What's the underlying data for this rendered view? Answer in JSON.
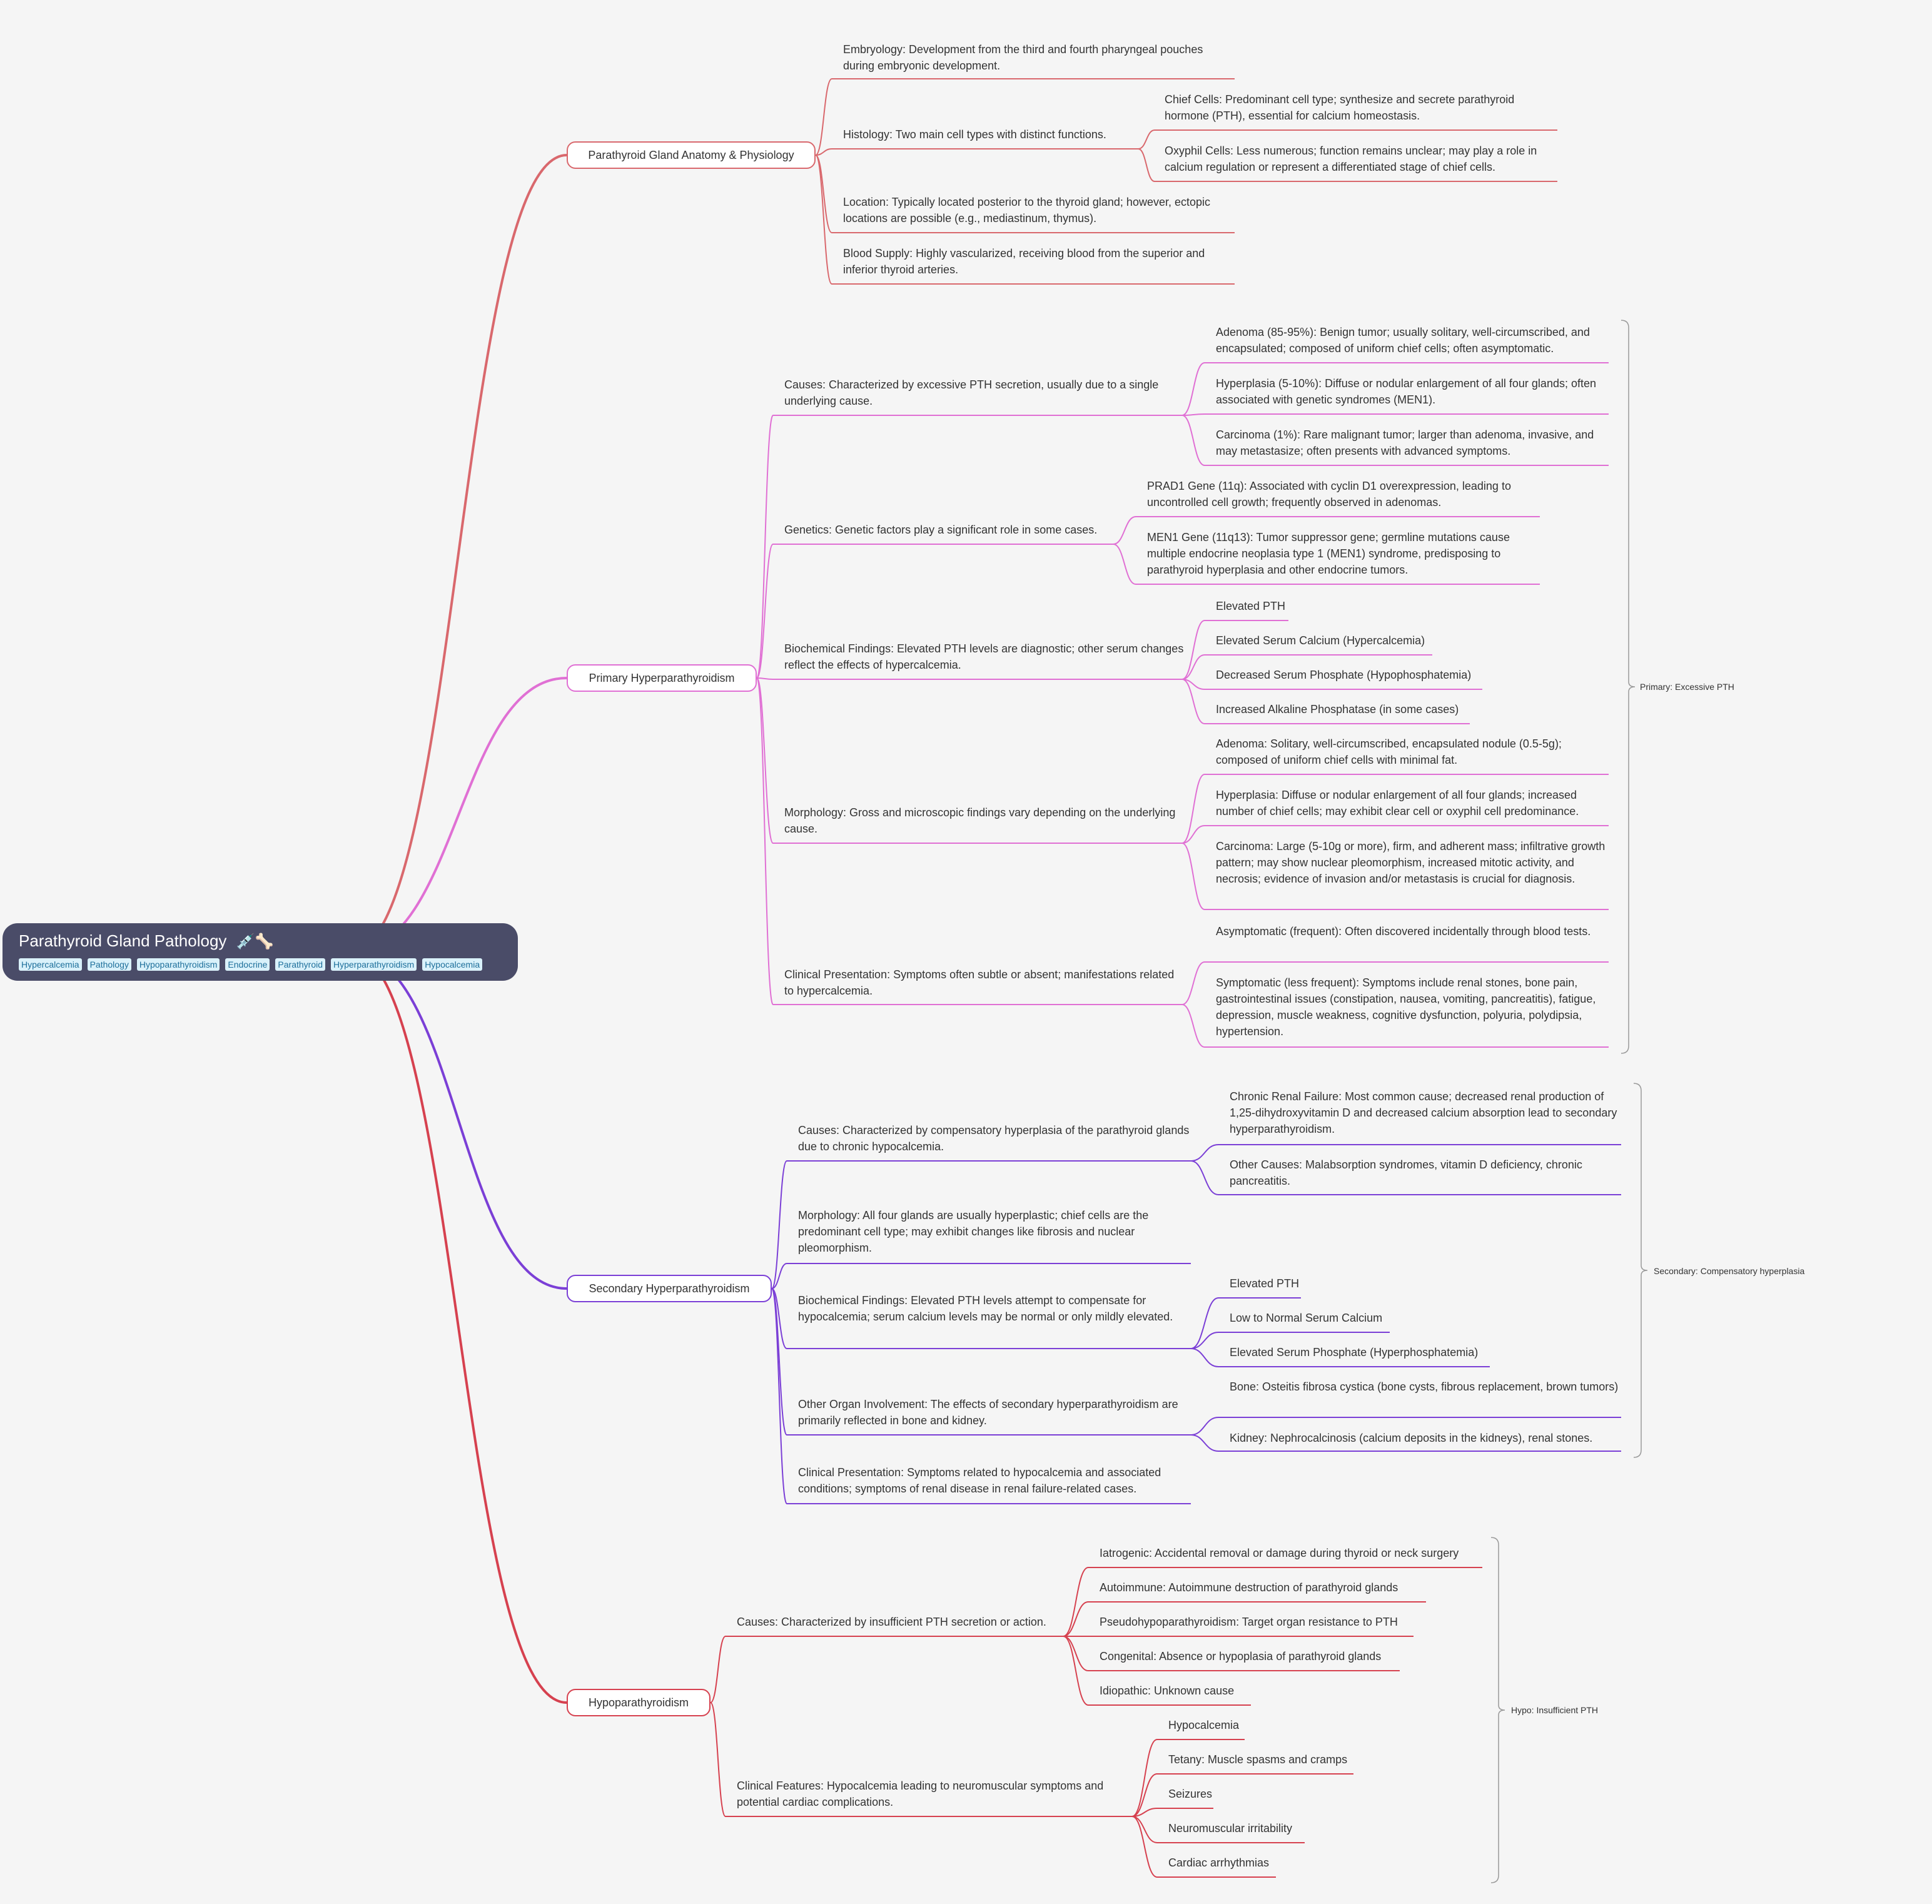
{
  "root": {
    "title": "Parathyroid Gland Pathology",
    "icons": "💉🦴",
    "tags": [
      "Hypercalcemia",
      "Pathology",
      "Hypoparathyroidism",
      "Endocrine",
      "Parathyroid",
      "Hyperparathyroidism",
      "Hypocalcemia"
    ]
  },
  "colors": {
    "anatomy": "#d9686d",
    "primary": "#e070d4",
    "secondary": "#7b3fd6",
    "hypo": "#d6414f",
    "root_bg": "#4a4c68",
    "background": "#f5f5f5"
  },
  "branches": {
    "anatomy": {
      "title": "Parathyroid Gland Anatomy & Physiology",
      "embryology": "Embryology: Development from the third and fourth pharyngeal pouches during embryonic development.",
      "histology": "Histology: Two main cell types with distinct functions.",
      "chief_cells": "Chief Cells: Predominant cell type; synthesize and secrete parathyroid hormone (PTH), essential for calcium homeostasis.",
      "oxyphil_cells": "Oxyphil Cells: Less numerous; function remains unclear; may play a role in calcium regulation or represent a differentiated stage of chief cells.",
      "location": "Location: Typically located posterior to the thyroid gland; however, ectopic locations are possible (e.g., mediastinum, thymus).",
      "blood_supply": "Blood Supply:  Highly vascularized, receiving blood from the superior and inferior thyroid arteries."
    },
    "primary": {
      "title": "Primary Hyperparathyroidism",
      "summary": "Primary: Excessive PTH",
      "causes": "Causes:  Characterized by excessive PTH secretion, usually due to a single underlying cause.",
      "causes_adenoma": "Adenoma (85-95%): Benign tumor; usually solitary, well-circumscribed, and encapsulated; composed of uniform chief cells; often asymptomatic.",
      "causes_hyperplasia": "Hyperplasia (5-10%):  Diffuse or nodular enlargement of all four glands; often associated with genetic syndromes (MEN1).",
      "causes_carcinoma": "Carcinoma (1%): Rare malignant tumor; larger than adenoma, invasive, and may metastasize; often presents with advanced symptoms.",
      "genetics": "Genetics: Genetic factors play a significant role in some cases.",
      "genetics_prad1": "PRAD1 Gene (11q):  Associated with cyclin D1 overexpression, leading to uncontrolled cell growth; frequently observed in adenomas.",
      "genetics_men1": "MEN1 Gene (11q13): Tumor suppressor gene; germline mutations cause multiple endocrine neoplasia type 1 (MEN1) syndrome, predisposing to parathyroid hyperplasia and other endocrine tumors.",
      "biochem": "Biochemical Findings:  Elevated PTH levels are diagnostic; other serum changes reflect the effects of hypercalcemia.",
      "biochem_pth": "Elevated PTH",
      "biochem_calcium": "Elevated Serum Calcium (Hypercalcemia)",
      "biochem_phosphate": "Decreased Serum Phosphate (Hypophosphatemia)",
      "biochem_alp": "Increased Alkaline Phosphatase (in some cases)",
      "morphology": "Morphology: Gross and microscopic findings vary depending on the underlying cause.",
      "morph_adenoma": "Adenoma: Solitary, well-circumscribed, encapsulated nodule (0.5-5g); composed of uniform chief cells with minimal fat.",
      "morph_hyperplasia": "Hyperplasia: Diffuse or nodular enlargement of all four glands; increased number of chief cells; may exhibit clear cell or oxyphil cell predominance.",
      "morph_carcinoma": "Carcinoma: Large (5-10g or more), firm, and adherent mass; infiltrative growth pattern; may show nuclear pleomorphism, increased mitotic activity, and necrosis; evidence of invasion and/or metastasis is crucial for diagnosis.",
      "clinical": "Clinical Presentation:  Symptoms often subtle or absent; manifestations related to hypercalcemia.",
      "clinical_asym": "Asymptomatic (frequent): Often discovered incidentally through blood tests.",
      "clinical_sym": "Symptomatic (less frequent):  Symptoms include renal stones, bone pain, gastrointestinal issues (constipation, nausea, vomiting, pancreatitis), fatigue, depression, muscle weakness, cognitive dysfunction, polyuria, polydipsia, hypertension."
    },
    "secondary": {
      "title": "Secondary Hyperparathyroidism",
      "summary": "Secondary: Compensatory hyperplasia",
      "causes": "Causes:  Characterized by compensatory hyperplasia of the parathyroid glands due to chronic hypocalcemia.",
      "causes_crf": "Chronic Renal Failure: Most common cause; decreased renal production of 1,25-dihydroxyvitamin D and decreased calcium absorption lead to secondary hyperparathyroidism.",
      "causes_other": "Other Causes: Malabsorption syndromes, vitamin D deficiency, chronic pancreatitis.",
      "morphology": "Morphology:  All four glands are usually hyperplastic; chief cells are the predominant cell type; may exhibit changes like fibrosis and nuclear pleomorphism.",
      "biochem": "Biochemical Findings:  Elevated PTH levels attempt to compensate for hypocalcemia; serum calcium levels may be normal or only mildly elevated.",
      "biochem_pth": "Elevated PTH",
      "biochem_calcium": "Low to Normal Serum Calcium",
      "biochem_phosphate": "Elevated Serum Phosphate (Hyperphosphatemia)",
      "organs": "Other Organ Involvement:  The effects of secondary hyperparathyroidism are primarily reflected in bone and kidney.",
      "organs_bone": "Bone: Osteitis fibrosa cystica (bone cysts, fibrous replacement, brown tumors)",
      "organs_kidney": "Kidney: Nephrocalcinosis (calcium deposits in the kidneys), renal stones.",
      "clinical": "Clinical Presentation: Symptoms related to hypocalcemia and associated conditions; symptoms of renal disease in renal failure-related cases."
    },
    "hypo": {
      "title": "Hypoparathyroidism",
      "summary": "Hypo: Insufficient PTH",
      "causes": "Causes:  Characterized by insufficient PTH secretion or action.",
      "causes_iatrogenic": "Iatrogenic: Accidental removal or damage during thyroid or neck surgery",
      "causes_autoimmune": "Autoimmune: Autoimmune destruction of parathyroid glands",
      "causes_pseudo": "Pseudohypoparathyroidism: Target organ resistance to PTH",
      "causes_congenital": "Congenital: Absence or hypoplasia of parathyroid glands",
      "causes_idiopathic": "Idiopathic: Unknown cause",
      "clinical": "Clinical Features:  Hypocalcemia leading to neuromuscular symptoms and potential cardiac complications.",
      "clinical_hypocalcemia": "Hypocalcemia",
      "clinical_tetany": "Tetany: Muscle spasms and cramps",
      "clinical_seizures": "Seizures",
      "clinical_neuro": "Neuromuscular irritability",
      "clinical_cardiac": "Cardiac arrhythmias"
    }
  }
}
